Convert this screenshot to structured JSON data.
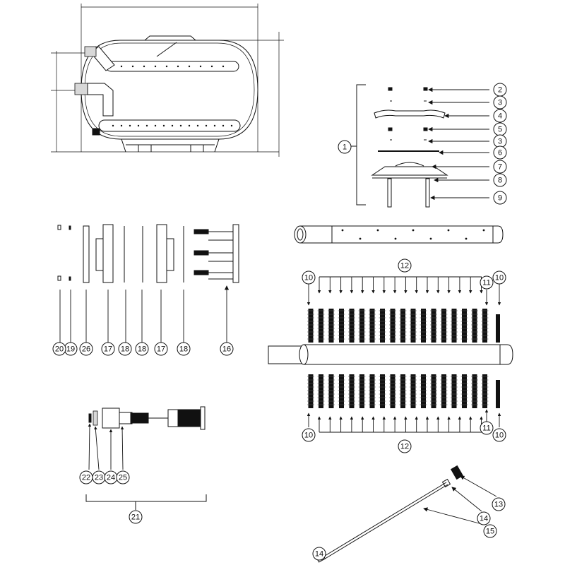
{
  "diagram": {
    "callouts": [
      "1",
      "2",
      "3",
      "4",
      "5",
      "3",
      "6",
      "7",
      "8",
      "9",
      "10",
      "10",
      "10",
      "10",
      "11",
      "11",
      "12",
      "12",
      "13",
      "14",
      "14",
      "15",
      "16",
      "17",
      "17",
      "18",
      "18",
      "18",
      "19",
      "20",
      "21",
      "22",
      "23",
      "24",
      "25",
      "26"
    ]
  }
}
